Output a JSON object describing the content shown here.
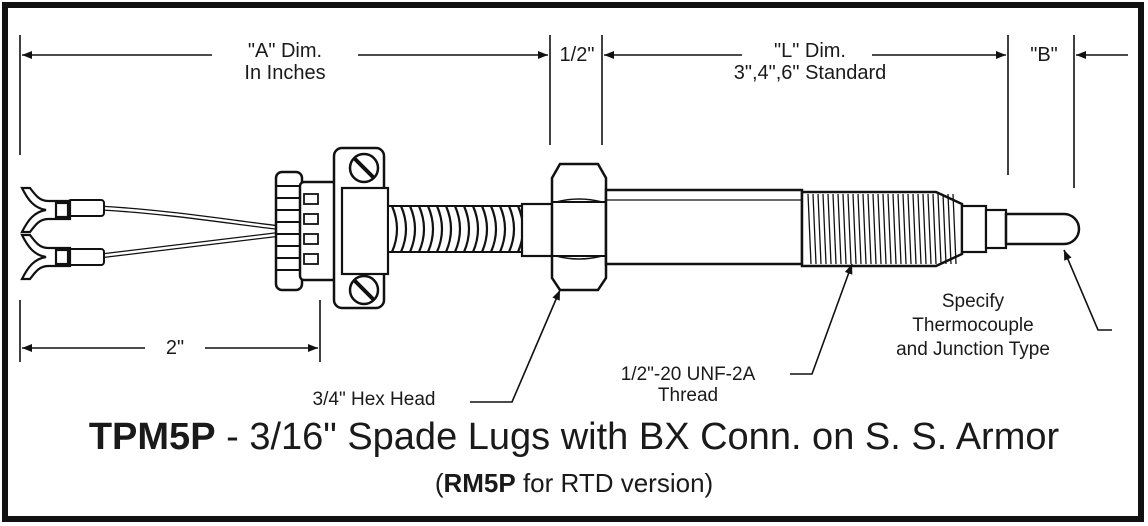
{
  "dimensions": {
    "a_dim": {
      "line1": "\"A\" Dim.",
      "line2": "In Inches"
    },
    "half_inch": "1/2\"",
    "l_dim": {
      "line1": "\"L\" Dim.",
      "line2": "3\",4\",6\" Standard"
    },
    "b_dim": "\"B\"",
    "lead_length": "2\""
  },
  "callouts": {
    "hex_head": "3/4\" Hex Head",
    "thread": {
      "line1": "1/2\"-20 UNF-2A",
      "line2": "Thread"
    },
    "specify": {
      "line1": "Specify",
      "line2": "Thermocouple",
      "line3": "and Junction Type"
    }
  },
  "title": {
    "model": "TPM5P",
    "description": " - 3/16\" Spade Lugs with BX Conn. on S. S. Armor"
  },
  "subtitle": {
    "open": "(",
    "model": "RM5P",
    "text": " for RTD version)"
  }
}
